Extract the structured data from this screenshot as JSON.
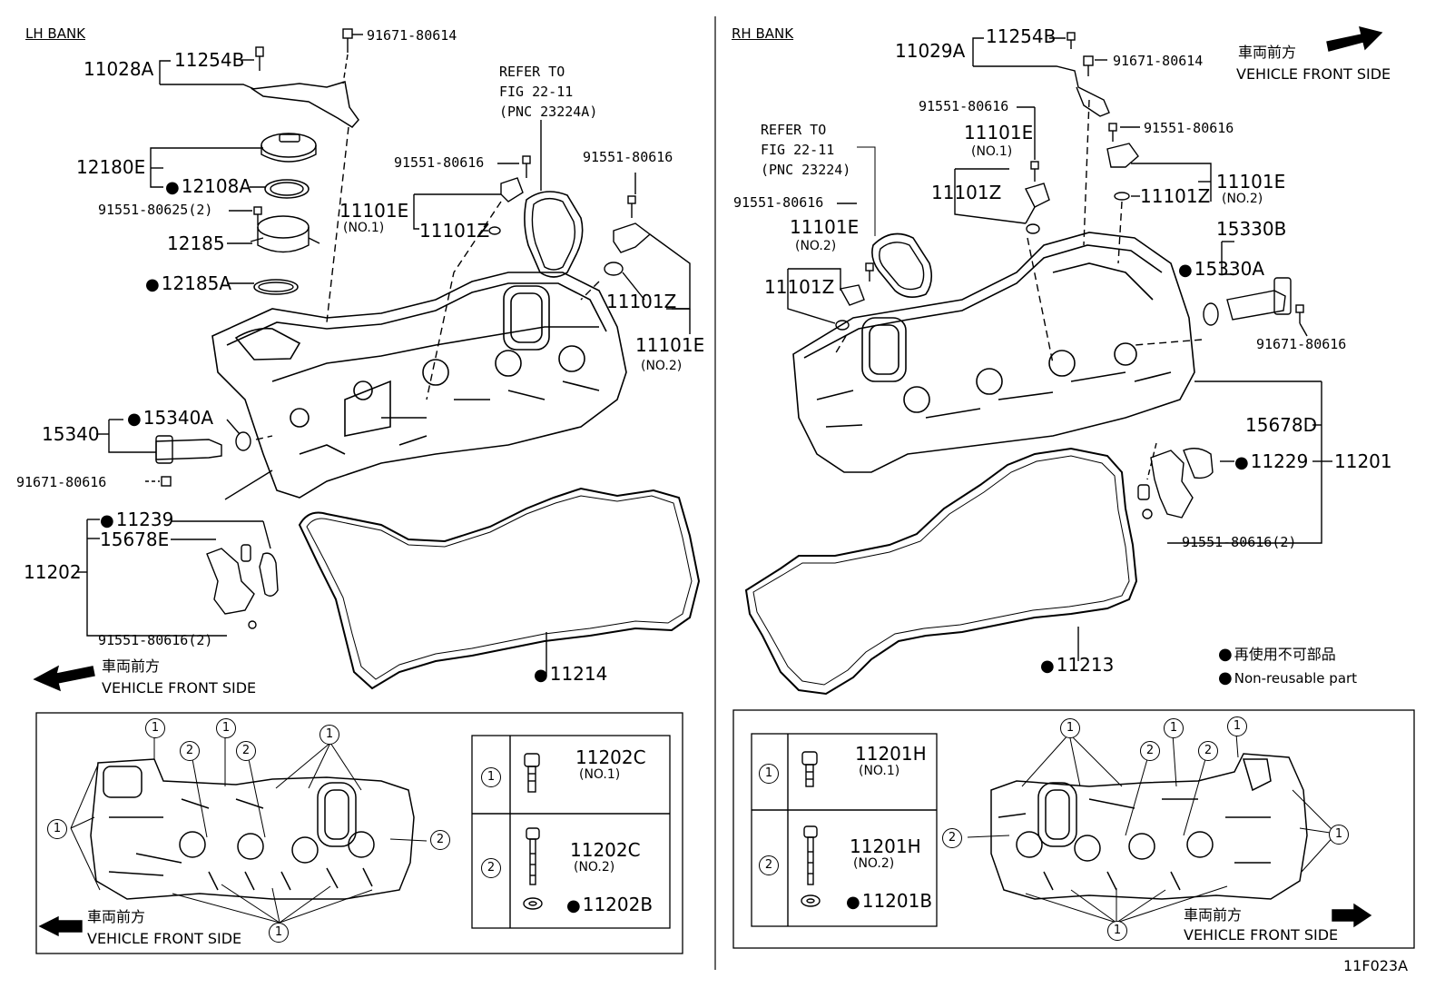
{
  "figure_id": "11F023A",
  "lh": {
    "bank_title": "LH BANK",
    "front_jp": "車両前方",
    "front_en": "VEHICLE FRONT SIDE",
    "parts": {
      "p11028A": "11028A",
      "p11254B": "11254B",
      "p91671_top": "91671-80614",
      "p12180E": "12180E",
      "p12108A": "12108A",
      "p91551_625": "91551-80625(2)",
      "p12185": "12185",
      "p12185A": "12185A",
      "p91551_a": "91551-80616",
      "p91551_b": "91551-80616",
      "p11101E_no1": "11101E",
      "p11101E_no1_sub": "(NO.1)",
      "p11101Z_a": "11101Z",
      "p11101Z_b": "11101Z",
      "p11101E_no2": "11101E",
      "p11101E_no2_sub": "(NO.2)",
      "p15340": "15340",
      "p15340A": "15340A",
      "p91671_bottom": "91671-80616",
      "p11239": "11239",
      "p15678E": "15678E",
      "p11202": "11202",
      "p91551_616_2": "91551-80616(2)",
      "p11214": "11214"
    },
    "refer": {
      "line1": "REFER TO",
      "line2": "FIG 22-11",
      "line3": "(PNC 23224A)"
    },
    "bolt_table": {
      "row1_callout": "1",
      "row1_part": "11202C",
      "row1_sub": "(NO.1)",
      "row2_callout": "2",
      "row2_part": "11202C",
      "row2_sub": "(NO.2)",
      "row2_washer": "11202B"
    }
  },
  "rh": {
    "bank_title": "RH BANK",
    "front_jp": "車両前方",
    "front_en": "VEHICLE FRONT SIDE",
    "parts": {
      "p11029A": "11029A",
      "p11254B": "11254B",
      "p91671_top": "91671-80614",
      "p91551_a": "91551-80616",
      "p11101E_no1": "11101E",
      "p11101E_no1_sub": "(NO.1)",
      "p11101Z_a": "11101Z",
      "p91551_b": "91551-80616",
      "p11101E_no2_r": "11101E",
      "p11101E_no2_r_sub": "(NO.2)",
      "p11101Z_r": "11101Z",
      "p15330B": "15330B",
      "p15330A": "15330A",
      "p91671_mid": "91671-80616",
      "p91551_c": "91551-80616",
      "p11101E_no2_l": "11101E",
      "p11101E_no2_l_sub": "(NO.2)",
      "p11101Z_l": "11101Z",
      "p15678D": "15678D",
      "p11229": "11229",
      "p11201": "11201",
      "p91551_616_2": "91551-80616(2)",
      "p11213": "11213"
    },
    "refer": {
      "line1": "REFER TO",
      "line2": "FIG 22-11",
      "line3": "(PNC 23224)"
    },
    "legend": {
      "jp": "再使用不可部品",
      "en": "Non-reusable part"
    },
    "bolt_table": {
      "row1_callout": "1",
      "row1_part": "11201H",
      "row1_sub": "(NO.1)",
      "row2_callout": "2",
      "row2_part": "11201H",
      "row2_sub": "(NO.2)",
      "row2_washer": "11201B"
    }
  },
  "callouts": {
    "one": "1",
    "two": "2"
  }
}
